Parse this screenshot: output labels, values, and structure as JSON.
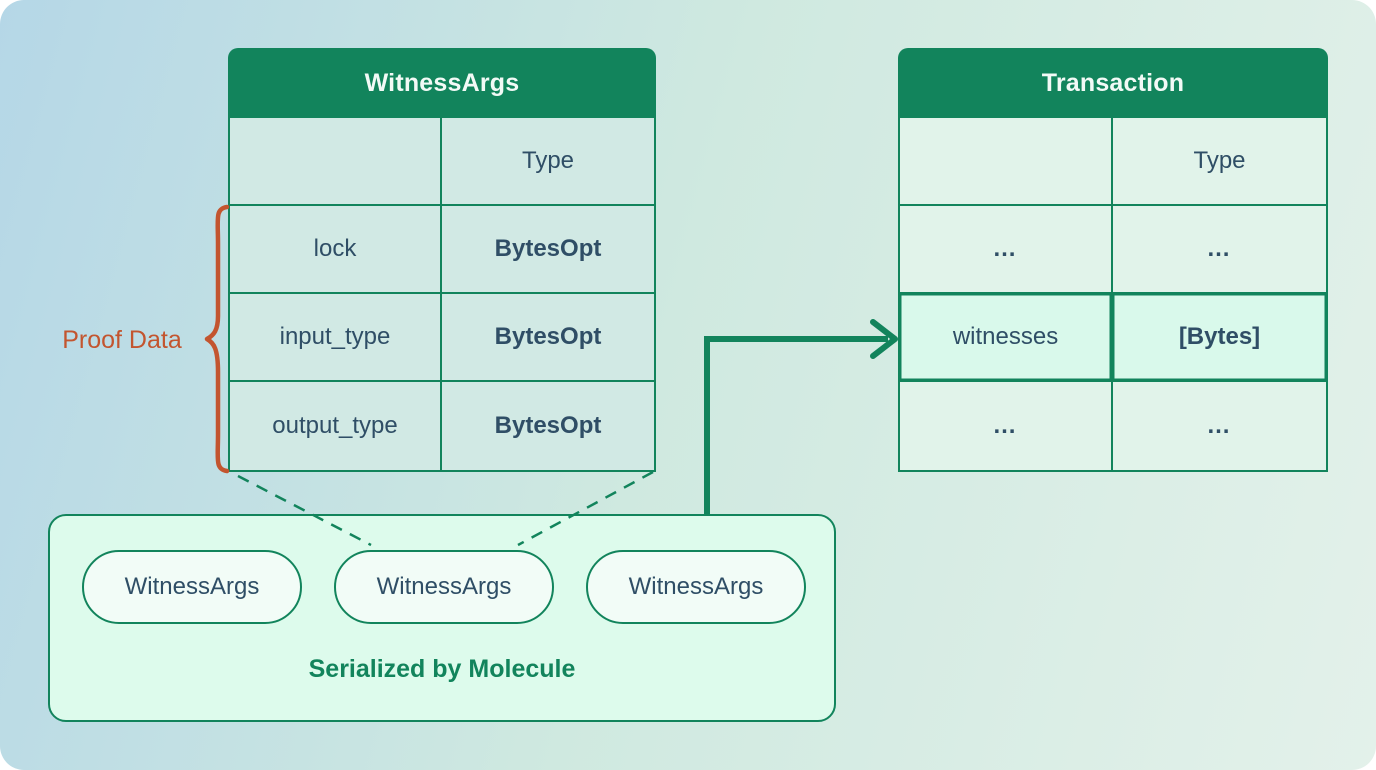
{
  "witness_table": {
    "title": "WitnessArgs",
    "type_header": "Type",
    "rows": [
      {
        "field": "lock",
        "type": "BytesOpt"
      },
      {
        "field": "input_type",
        "type": "BytesOpt"
      },
      {
        "field": "output_type",
        "type": "BytesOpt"
      }
    ]
  },
  "transaction_table": {
    "title": "Transaction",
    "type_header": "Type",
    "rows": [
      {
        "field": "…",
        "type": "…"
      },
      {
        "field": "witnesses",
        "type": "[Bytes]",
        "highlighted": true
      },
      {
        "field": "…",
        "type": "…"
      }
    ]
  },
  "proof_data": {
    "label": "Proof Data"
  },
  "serialization_box": {
    "pills": [
      "WitnessArgs",
      "WitnessArgs",
      "WitnessArgs"
    ],
    "caption": "Serialized by Molecule"
  },
  "colors": {
    "green": "#12845c",
    "orange": "#c3552f",
    "ink": "#2f4e66",
    "highlight_bg": "#d9f9eb",
    "box_bg": "#ddfbec",
    "left_cell_bg": "#d1e9e4",
    "right_cell_bg": "#e1f3ea"
  }
}
